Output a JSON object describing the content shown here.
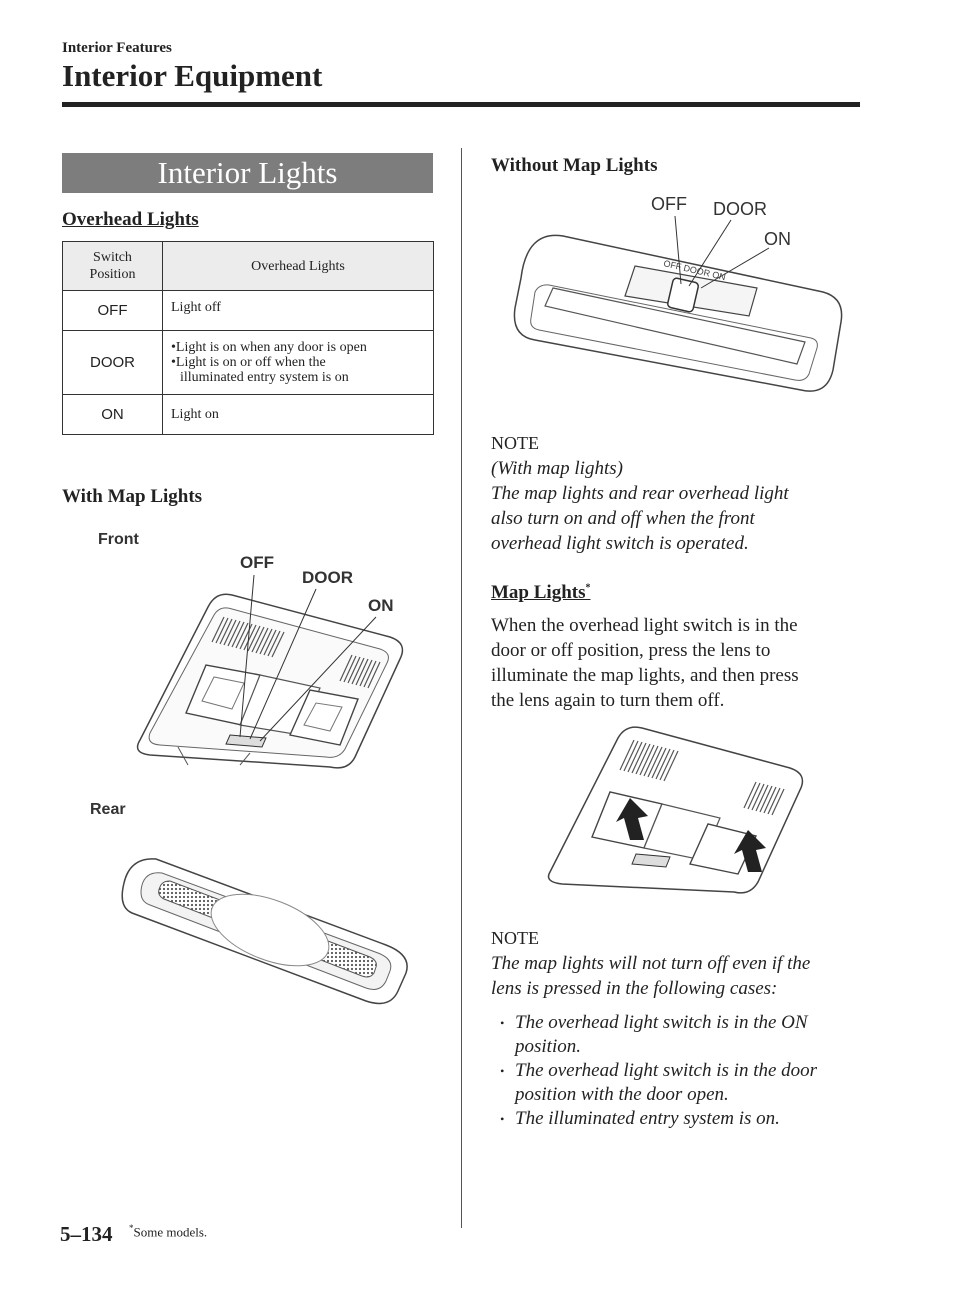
{
  "header": {
    "section": "Interior Features",
    "title": "Interior Equipment"
  },
  "left": {
    "banner": "Interior Lights",
    "overhead_heading": "Overhead Lights",
    "table": {
      "headers": [
        "Switch\nPosition",
        "Overhead Lights"
      ],
      "rows": [
        {
          "position": "OFF",
          "lines": [
            "Light off"
          ]
        },
        {
          "position": "DOOR",
          "lines": [
            "•Light is on when any door is open",
            "•Light is on or off when the",
            "illuminated entry system is on"
          ]
        },
        {
          "position": "ON",
          "lines": [
            "Light on"
          ]
        }
      ]
    },
    "with_map_heading": "With Map Lights",
    "fig_front_label": "Front",
    "fig_rear_label": "Rear",
    "switch_labels": {
      "off": "OFF",
      "door": "DOOR",
      "on": "ON"
    }
  },
  "right": {
    "without_map_heading": "Without Map Lights",
    "fig_labels": {
      "off": "OFF",
      "door": "DOOR",
      "on": "ON",
      "embossed": "OFF DOOR ON"
    },
    "note1": {
      "head": "NOTE",
      "subhead": "(With map lights)",
      "text": [
        "The map lights and rear overhead light",
        "also turn on and off when the front",
        "overhead light switch is operated."
      ]
    },
    "map_lights_heading": "Map Lights",
    "map_lights_mark": "*",
    "map_lights_body": [
      "When the overhead light switch is in the",
      "door or off position, press the lens to",
      "illuminate the map lights, and then press",
      "the lens again to turn them off."
    ],
    "note2": {
      "head": "NOTE",
      "text": [
        "The map lights will not turn off even if the",
        "lens is pressed in the following cases:"
      ],
      "bullets": [
        [
          "The overhead light switch is in the ON",
          "position."
        ],
        [
          "The overhead light switch is in the door",
          "position with the door open."
        ],
        [
          "The illuminated entry system is on."
        ]
      ]
    }
  },
  "footer": {
    "page_number": "5–134",
    "mark": "*",
    "footnote": "Some models."
  }
}
